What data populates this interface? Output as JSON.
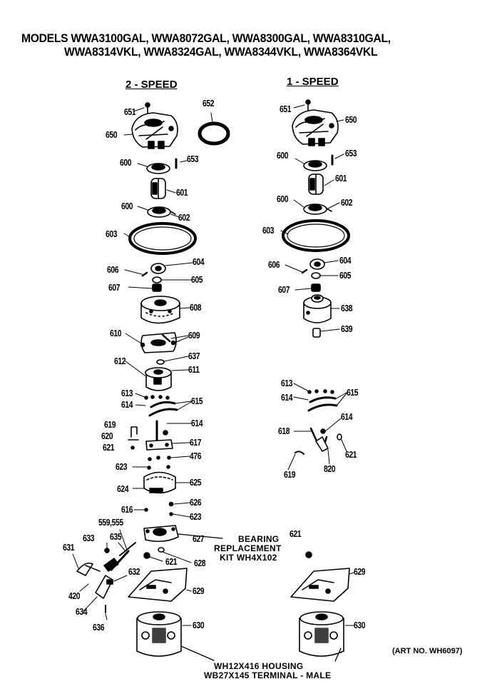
{
  "header": {
    "models_line1": "MODELS WWA3100GAL, WWA8072GAL, WWA8300GAL, WWA8310GAL,",
    "models_line2": "WWA8314VKL, WWA8324GAL, WWA8344VKL, WWA8364VKL"
  },
  "sections": {
    "two_speed": "2 - SPEED",
    "one_speed": "1 - SPEED"
  },
  "labels": {
    "l651a": "651",
    "l652": "652",
    "l650a": "650",
    "l600a": "600",
    "l653a": "653",
    "l601a": "601",
    "l600b": "600",
    "l602a": "602",
    "l603a": "603",
    "l604a": "604",
    "l606a": "606",
    "l605a": "605",
    "l607a": "607",
    "l608": "608",
    "l610": "610",
    "l609": "609",
    "l612": "612",
    "l637": "637",
    "l611": "611",
    "l613a": "613",
    "l614a": "614",
    "l615a": "615",
    "l614b": "614",
    "l619a": "619",
    "l620a": "620",
    "l617": "617",
    "l621a": "621",
    "l476": "476",
    "l623a": "623",
    "l625": "625",
    "l624": "624",
    "l626": "626",
    "l616": "616",
    "l623b": "623",
    "l559": "559,555",
    "l627": "627",
    "l633": "633",
    "l635": "635",
    "l631": "631",
    "l621b": "621",
    "l628": "628",
    "l632": "632",
    "l420": "420",
    "l629a": "629",
    "l634": "634",
    "l636": "636",
    "l630a": "630",
    "r651": "651",
    "r650": "650",
    "r600a": "600",
    "r653": "653",
    "r601": "601",
    "r600b": "600",
    "r602": "602",
    "r603": "603",
    "r604": "604",
    "r606": "606",
    "r605": "605",
    "r607": "607",
    "r638": "638",
    "r639": "639",
    "r613": "613",
    "r614a": "614",
    "r615": "615",
    "r614b": "614",
    "r618": "618",
    "r621a": "621",
    "r619": "619",
    "r820": "820",
    "r621b": "621",
    "r629": "629",
    "r630": "630"
  },
  "notes": {
    "bearing1": "BEARING",
    "bearing2": "REPLACEMENT",
    "bearing3": "KIT WH4X102",
    "housing1": "WH12X416 HOUSING",
    "housing2": "WB27X145 TERMINAL - MALE"
  },
  "art_number": "(ART NO. WH6097)"
}
